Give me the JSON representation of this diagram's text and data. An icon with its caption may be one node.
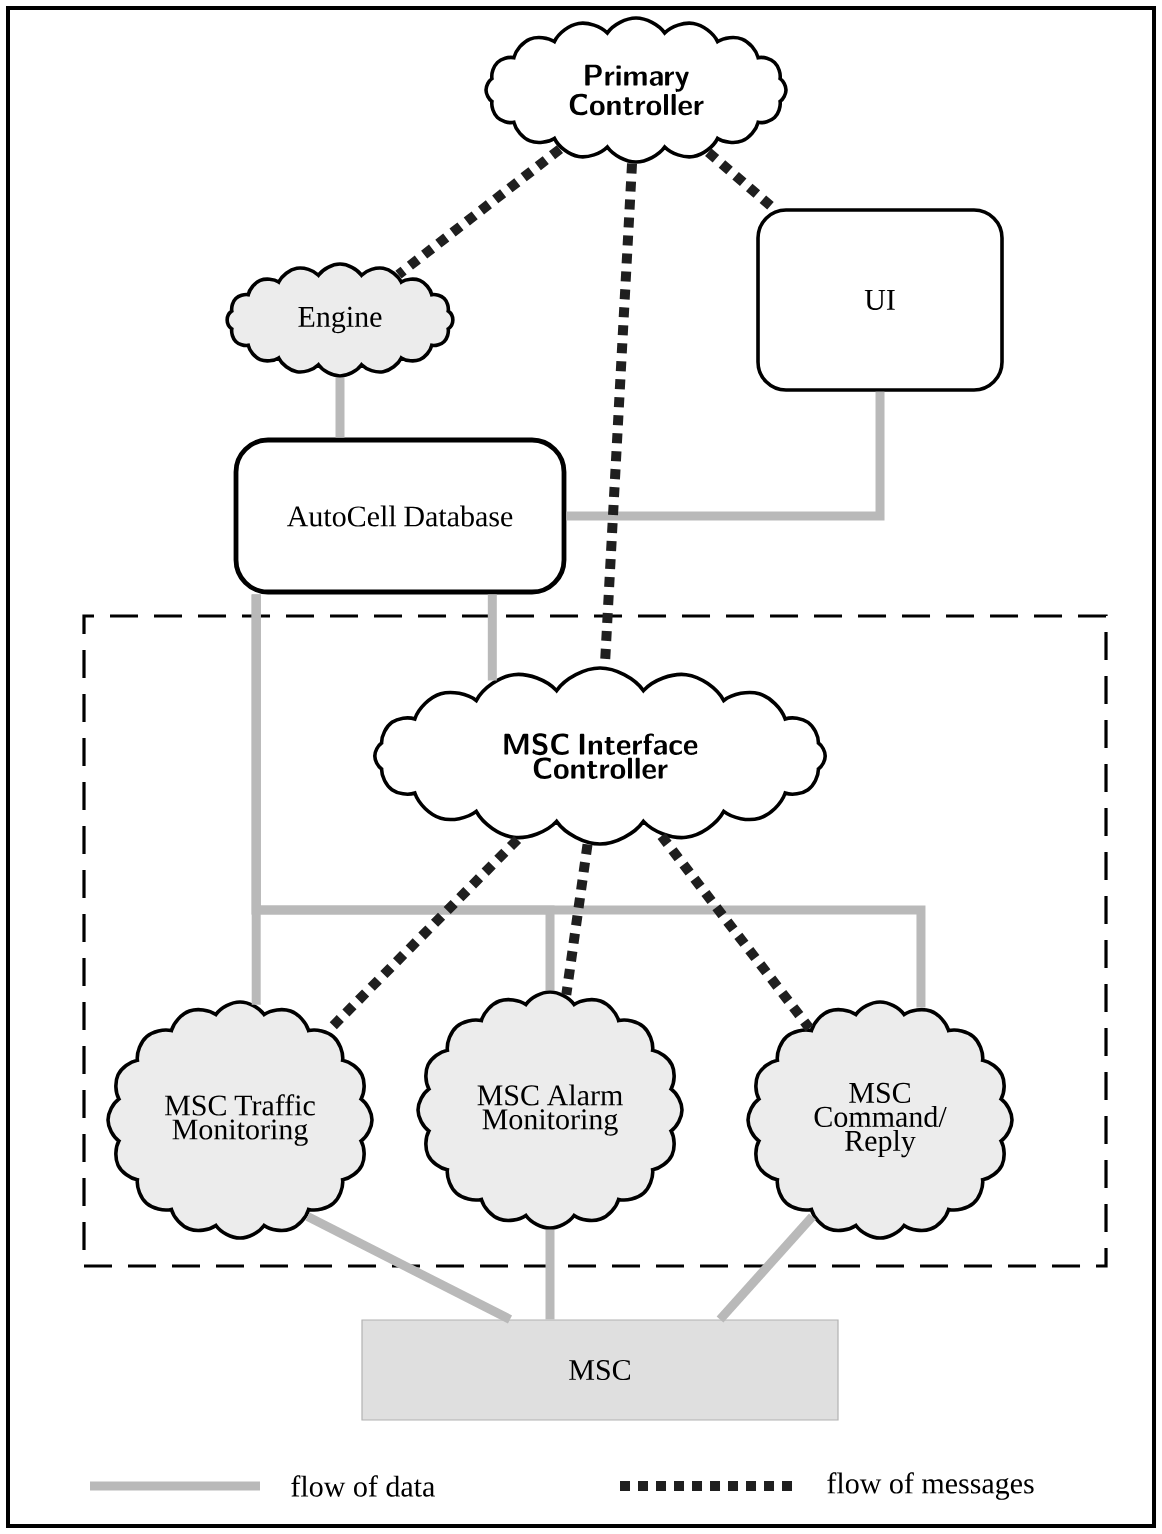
{
  "diagram": {
    "nodes": [
      {
        "text": [
          "Primary Controller"
        ]
      },
      {
        "text": [
          "Engine"
        ]
      },
      {
        "text": [
          "UI"
        ]
      },
      {
        "text": [
          "AutoCell Database"
        ]
      },
      {
        "text": [],
        "shape": "box"
      },
      {
        "text": [
          "MSC Interface Controller"
        ],
        "in": 4
      },
      {
        "text": [
          "MSC Traffic Monitoring"
        ],
        "in": 4
      },
      {
        "text": [
          "MSC Alarm Monitoring"
        ],
        "in": 4
      },
      {
        "text": [
          "MSC Command/ Reply"
        ],
        "in": 4
      },
      {
        "text": [
          "MSC"
        ]
      }
    ],
    "edges": [
      {
        "from": 1,
        "to": 3,
        "arrow": "none"
      },
      {
        "from": 2,
        "to": 3,
        "arrow": "none"
      },
      {
        "from": 3,
        "to": 5,
        "arrow": "none"
      },
      {
        "from": 3,
        "to": 6,
        "arrow": "none"
      },
      {
        "from": 3,
        "to": 7,
        "arrow": "none"
      },
      {
        "from": 3,
        "to": 8,
        "arrow": "none"
      },
      {
        "from": 6,
        "to": 9,
        "arrow": "none"
      },
      {
        "from": 7,
        "to": 9,
        "arrow": "none"
      },
      {
        "from": 8,
        "to": 9,
        "arrow": "none"
      },
      {
        "from": 0,
        "to": 1,
        "arrow": "none",
        "style": "dashed",
        "color": "#1f1f1f"
      },
      {
        "from": 0,
        "to": 2,
        "arrow": "none",
        "style": "dashed",
        "color": "#1f1f1f"
      },
      {
        "from": 0,
        "to": 5,
        "arrow": "none",
        "style": "dashed",
        "color": "#1f1f1f"
      },
      {
        "from": 5,
        "to": 6,
        "arrow": "none",
        "style": "dashed",
        "color": "#1f1f1f"
      },
      {
        "from": 5,
        "to": 7,
        "arrow": "none",
        "style": "dashed",
        "color": "#1f1f1f"
      },
      {
        "from": 5,
        "to": 8,
        "arrow": "none",
        "style": "dashed",
        "color": "#1f1f1f"
      }
    ],
    "legend": [
      {
        "text": "flow of data"
      },
      {
        "text": "flow of messages"
      }
    ]
  }
}
